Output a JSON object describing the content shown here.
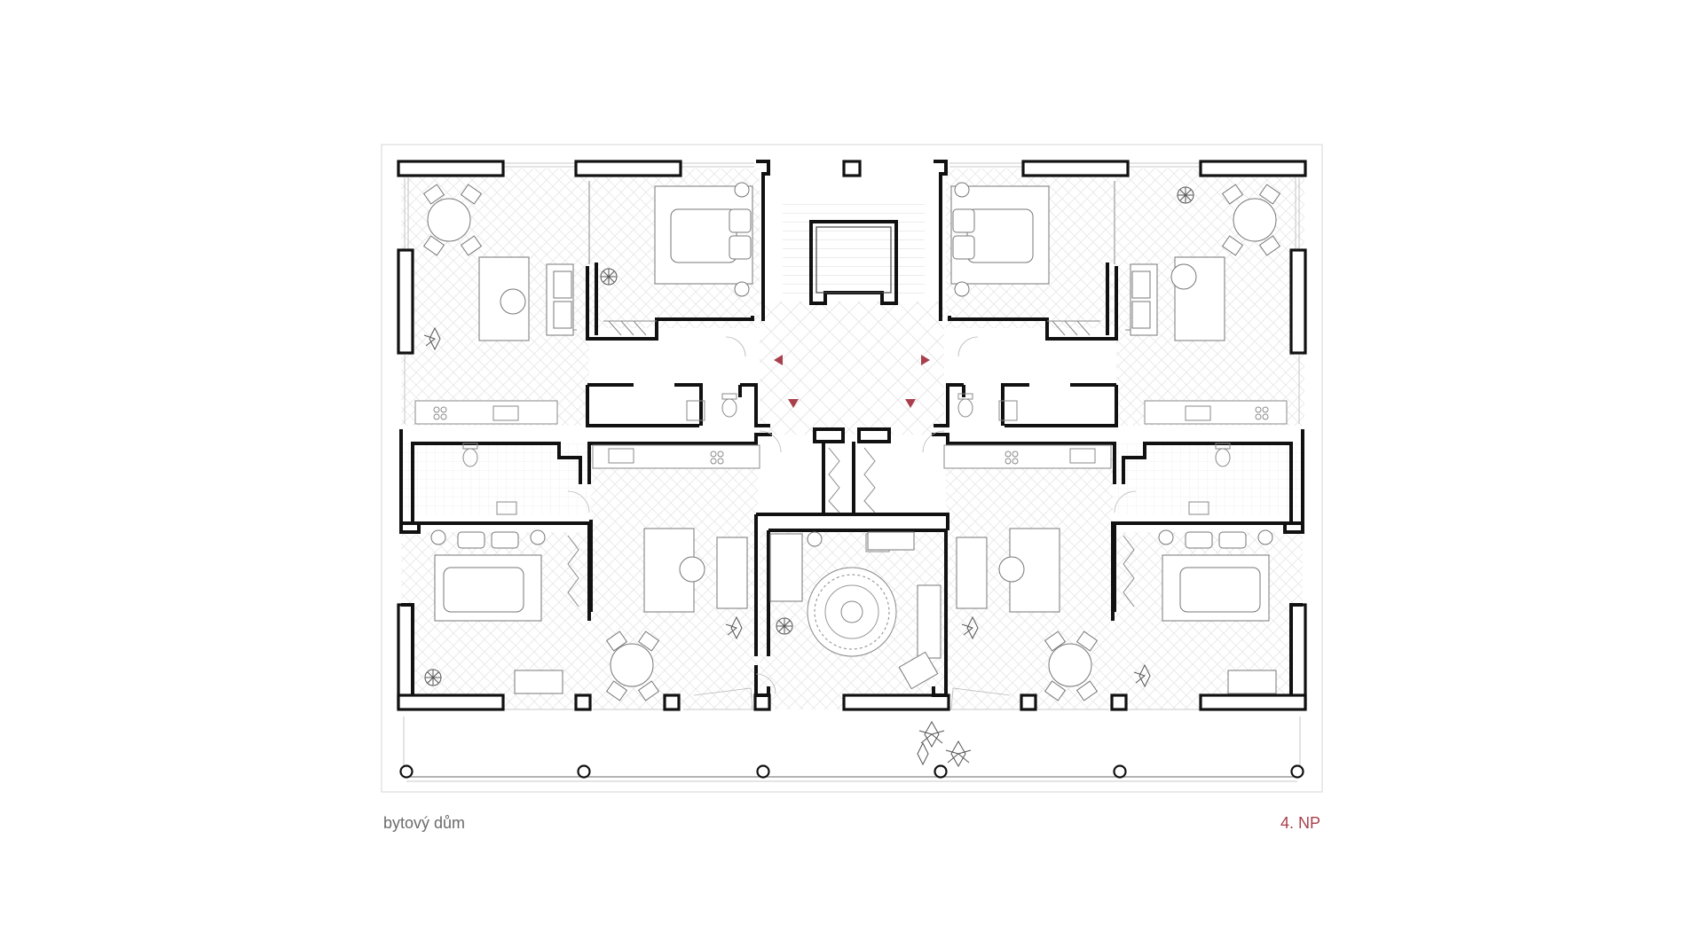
{
  "caption": {
    "building": "bytový dům",
    "floor": "4. NP"
  },
  "colors": {
    "accent": "#a8404c",
    "wall": "#111111",
    "frame": "#d6d6d6",
    "caption": "#6b6b6b"
  },
  "symbols": {
    "arrow": "triangle-marker",
    "plant": "plant-icon",
    "column": "column-circle"
  }
}
